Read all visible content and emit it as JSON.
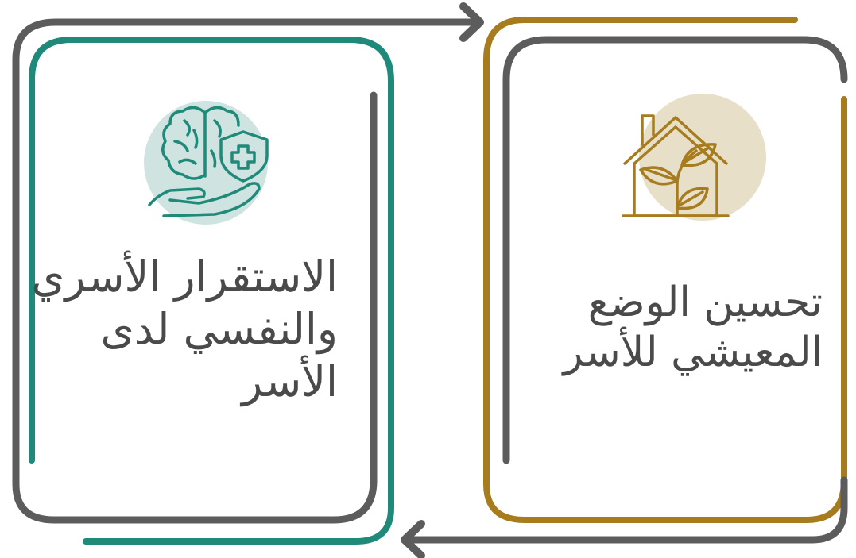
{
  "cards": [
    {
      "id": "left",
      "title_lines": [
        "الاستقرار الأسري",
        "والنفسي لدى",
        "الأسر"
      ],
      "icon": "brain-shield-hand-icon",
      "accent_color": "#1f8a7a",
      "icon_bg_color": "#cfe3e0"
    },
    {
      "id": "right",
      "title_lines": [
        "تحسين الوضع",
        "المعيشي للأسر"
      ],
      "icon": "house-leaves-icon",
      "accent_color": "#a67c1e",
      "icon_bg_color": "#e8dfc8"
    }
  ],
  "frame_color": "#5c5c5c",
  "arrows": [
    {
      "id": "top-arrow",
      "direction": "right"
    },
    {
      "id": "bottom-arrow",
      "direction": "left"
    }
  ]
}
